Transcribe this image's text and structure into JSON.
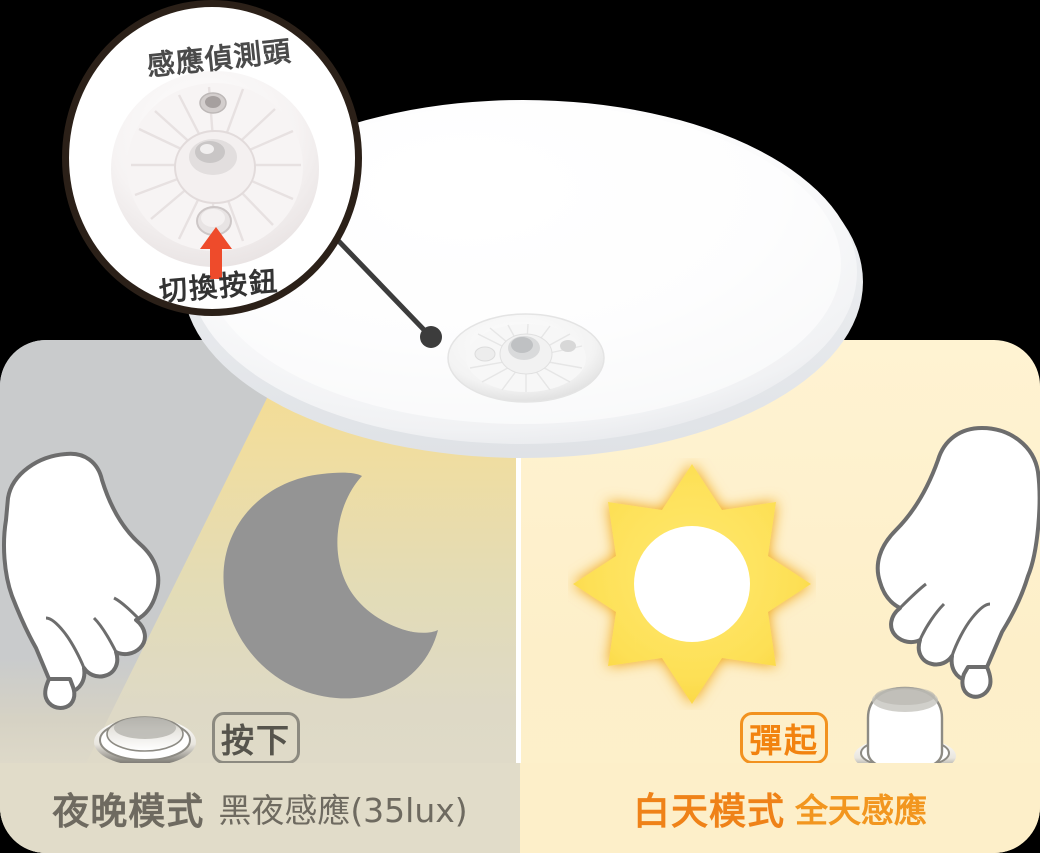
{
  "diagram": {
    "title_alt": "吸頂感應燈 日夜模式切換說明",
    "callout": {
      "label_top": "感應偵測頭",
      "label_bottom": "切換按鈕",
      "arrow_color": "#ee4b2b",
      "ring_color": "#2b2018",
      "icon_sensor": "motion-sensor-head-icon",
      "icon_button": "mode-switch-button-icon"
    },
    "device": {
      "name": "ceiling-lamp",
      "sensor_label": "sensor-module"
    },
    "modes": [
      {
        "id": "night",
        "side": "left",
        "icon": "moon-icon",
        "icon_color": "#949494",
        "badge": "按下",
        "badge_color": "#8c8a80",
        "button_state": "pressed",
        "title": "夜晚模式",
        "subtitle": "黑夜感應(35lux)",
        "title_color": "#6e6a60",
        "panel_color": "#c9cbcc",
        "caption_bg": "#e1dcc9"
      },
      {
        "id": "day",
        "side": "right",
        "icon": "sun-icon",
        "icon_color": "#fde056",
        "badge": "彈起",
        "badge_color": "#f2921f",
        "button_state": "popped-up",
        "title": "白天模式",
        "subtitle": "全天感應",
        "title_color": "#ef8218",
        "panel_color": "#fdefc9",
        "caption_bg": "#fdefc9"
      }
    ],
    "beam": {
      "left_color_top": "#f6dc8d",
      "right_color_top": "#fcd967",
      "divider_color": "#ffffff"
    }
  }
}
